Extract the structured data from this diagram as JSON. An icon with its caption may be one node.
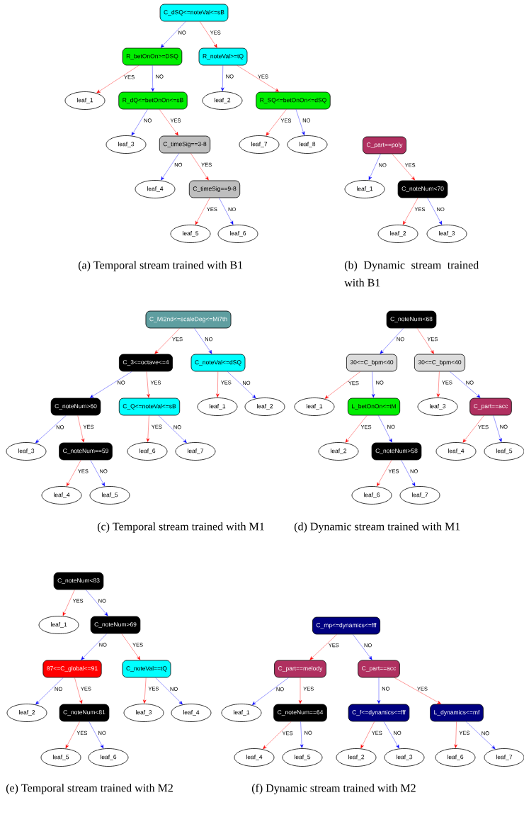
{
  "diagram": {
    "nodes": [
      {
        "text": [
          "C_dSQ<=noteVal<=sB"
        ]
      },
      {
        "text": [
          "R_betOnOn>=DSQ"
        ]
      },
      {
        "text": [
          "R_noteVal>=tQ"
        ]
      },
      {
        "text": [
          "leaf_1"
        ]
      },
      {
        "text": [
          "R_dQ<=betOnOn<=sB"
        ]
      },
      {
        "text": [
          "leaf_2"
        ]
      },
      {
        "text": [
          "R_SQ<=betOnOn<=dSQ"
        ]
      },
      {
        "text": [
          "leaf_3"
        ]
      },
      {
        "text": [
          "C_timeSig==3-8"
        ]
      },
      {
        "text": [
          "leaf_7"
        ]
      },
      {
        "text": [
          "leaf_8"
        ]
      },
      {
        "text": [
          "leaf_4"
        ]
      },
      {
        "text": [
          "C_timeSig==9-8"
        ]
      },
      {
        "text": [
          "leaf_5"
        ]
      },
      {
        "text": [
          "leaf_6"
        ]
      },
      {
        "text": [
          "C_part==poly"
        ]
      },
      {
        "text": [
          "leaf_1"
        ]
      },
      {
        "text": [
          "C_noteNum<70"
        ]
      },
      {
        "text": [
          "leaf_2"
        ]
      },
      {
        "text": [
          "leaf_3"
        ]
      },
      {
        "text": [
          "C_Mi2nd<=scaleDeg<=Mi7th"
        ]
      },
      {
        "text": [
          "C_3<=octave<=4"
        ]
      },
      {
        "text": [
          "C_noteVal<=dSQ"
        ]
      },
      {
        "text": [
          "C_noteNum>60"
        ]
      },
      {
        "text": [
          "C_Q<=noteVal<=sB"
        ]
      },
      {
        "text": [
          "leaf_1"
        ]
      },
      {
        "text": [
          "leaf_2"
        ]
      },
      {
        "text": [
          "leaf_3"
        ]
      },
      {
        "text": [
          "C_noteNum==59"
        ]
      },
      {
        "text": [
          "leaf_6"
        ]
      },
      {
        "text": [
          "leaf_7"
        ]
      },
      {
        "text": [
          "leaf_4"
        ]
      },
      {
        "text": [
          "leaf_5"
        ]
      },
      {
        "text": [
          "C_noteNum<68"
        ]
      },
      {
        "text": [
          "30<=C_bpm<40"
        ]
      },
      {
        "text": [
          "30<=C_bpm<40"
        ]
      },
      {
        "text": [
          "leaf_1"
        ]
      },
      {
        "text": [
          "L_betOnOn<=tM"
        ]
      },
      {
        "text": [
          "leaf_3"
        ]
      },
      {
        "text": [
          "C_part==acc"
        ]
      },
      {
        "text": [
          "leaf_2"
        ]
      },
      {
        "text": [
          "C_noteNum>58"
        ]
      },
      {
        "text": [
          "leaf_4"
        ]
      },
      {
        "text": [
          "leaf_5"
        ]
      },
      {
        "text": [
          "leaf_6"
        ]
      },
      {
        "text": [
          "leaf_7"
        ]
      },
      {
        "text": [
          "C_noteNum<83"
        ]
      },
      {
        "text": [
          "leaf_1"
        ]
      },
      {
        "text": [
          "C_noteNum>69"
        ]
      },
      {
        "text": [
          "87<=C_global<=91"
        ]
      },
      {
        "text": [
          "C_noteVal==tQ"
        ]
      },
      {
        "text": [
          "leaf_2"
        ]
      },
      {
        "text": [
          "C_noteNum<81"
        ]
      },
      {
        "text": [
          "leaf_3"
        ]
      },
      {
        "text": [
          "leaf_4"
        ]
      },
      {
        "text": [
          "leaf_5"
        ]
      },
      {
        "text": [
          "leaf_6"
        ]
      },
      {
        "text": [
          "C_mp<=dynamics<=fff"
        ]
      },
      {
        "text": [
          "C_part==melody"
        ]
      },
      {
        "text": [
          "C_part==acc"
        ]
      },
      {
        "text": [
          "leaf_1"
        ]
      },
      {
        "text": [
          "C_noteNum==64"
        ]
      },
      {
        "text": [
          "C_f<=dynamics<=fff"
        ]
      },
      {
        "text": [
          "L_dynamics<=mf"
        ]
      },
      {
        "text": [
          "leaf_4"
        ]
      },
      {
        "text": [
          "leaf_5"
        ]
      },
      {
        "text": [
          "leaf_2"
        ]
      },
      {
        "text": [
          "leaf_3"
        ]
      },
      {
        "text": [
          "leaf_6"
        ]
      },
      {
        "text": [
          "leaf_7"
        ]
      }
    ],
    "edges": [
      {
        "from": 0,
        "to": 1,
        "arrow": "to",
        "label": "NO",
        "color": "#0000ff"
      },
      {
        "from": 0,
        "to": 2,
        "arrow": "to",
        "label": "YES",
        "color": "#ff0000"
      },
      {
        "from": 1,
        "to": 3,
        "arrow": "to",
        "label": "YES",
        "color": "#ff0000"
      },
      {
        "from": 1,
        "to": 4,
        "arrow": "to",
        "label": "NO",
        "color": "#0000ff"
      },
      {
        "from": 2,
        "to": 5,
        "arrow": "to",
        "label": "NO",
        "color": "#0000ff"
      },
      {
        "from": 2,
        "to": 6,
        "arrow": "to",
        "label": "YES",
        "color": "#ff0000"
      },
      {
        "from": 4,
        "to": 7,
        "arrow": "to",
        "label": "NO",
        "color": "#0000ff"
      },
      {
        "from": 4,
        "to": 8,
        "arrow": "to",
        "label": "YES",
        "color": "#ff0000"
      },
      {
        "from": 6,
        "to": 9,
        "arrow": "to",
        "label": "YES",
        "color": "#ff0000"
      },
      {
        "from": 6,
        "to": 10,
        "arrow": "to",
        "label": "NO",
        "color": "#0000ff"
      },
      {
        "from": 8,
        "to": 11,
        "arrow": "to",
        "label": "NO",
        "color": "#0000ff"
      },
      {
        "from": 8,
        "to": 12,
        "arrow": "to",
        "label": "YES",
        "color": "#ff0000"
      },
      {
        "from": 12,
        "to": 13,
        "arrow": "to",
        "label": "YES",
        "color": "#ff0000"
      },
      {
        "from": 12,
        "to": 14,
        "arrow": "to",
        "label": "NO",
        "color": "#0000ff"
      },
      {
        "from": 15,
        "to": 16,
        "arrow": "to",
        "label": "NO",
        "color": "#0000ff"
      },
      {
        "from": 15,
        "to": 17,
        "arrow": "to",
        "label": "YES",
        "color": "#ff0000"
      },
      {
        "from": 17,
        "to": 18,
        "arrow": "to",
        "label": "YES",
        "color": "#ff0000"
      },
      {
        "from": 17,
        "to": 19,
        "arrow": "to",
        "label": "NO",
        "color": "#0000ff"
      },
      {
        "from": 20,
        "to": 21,
        "arrow": "to",
        "label": "YES",
        "color": "#ff0000"
      },
      {
        "from": 20,
        "to": 22,
        "arrow": "to",
        "label": "NO",
        "color": "#0000ff"
      },
      {
        "from": 21,
        "to": 23,
        "arrow": "to",
        "label": "NO",
        "color": "#0000ff"
      },
      {
        "from": 21,
        "to": 24,
        "arrow": "to",
        "label": "YES",
        "color": "#ff0000"
      },
      {
        "from": 22,
        "to": 25,
        "arrow": "to",
        "label": "YES",
        "color": "#ff0000"
      },
      {
        "from": 22,
        "to": 26,
        "arrow": "to",
        "label": "NO",
        "color": "#0000ff"
      },
      {
        "from": 23,
        "to": 27,
        "arrow": "to",
        "label": "NO",
        "color": "#0000ff"
      },
      {
        "from": 23,
        "to": 28,
        "arrow": "to",
        "label": "YES",
        "color": "#ff0000"
      },
      {
        "from": 24,
        "to": 29,
        "arrow": "to",
        "label": "YES",
        "color": "#ff0000"
      },
      {
        "from": 24,
        "to": 30,
        "arrow": "to",
        "label": "NO",
        "color": "#0000ff"
      },
      {
        "from": 28,
        "to": 31,
        "arrow": "to",
        "label": "YES",
        "color": "#ff0000"
      },
      {
        "from": 28,
        "to": 32,
        "arrow": "to",
        "label": "NO",
        "color": "#0000ff"
      },
      {
        "from": 33,
        "to": 34,
        "arrow": "to",
        "label": "NO",
        "color": "#0000ff"
      },
      {
        "from": 33,
        "to": 35,
        "arrow": "to",
        "label": "YES",
        "color": "#ff0000"
      },
      {
        "from": 34,
        "to": 36,
        "arrow": "to",
        "label": "YES",
        "color": "#ff0000"
      },
      {
        "from": 34,
        "to": 37,
        "arrow": "to",
        "label": "NO",
        "color": "#0000ff"
      },
      {
        "from": 35,
        "to": 38,
        "arrow": "to",
        "label": "YES",
        "color": "#ff0000"
      },
      {
        "from": 35,
        "to": 39,
        "arrow": "to",
        "label": "NO",
        "color": "#0000ff"
      },
      {
        "from": 37,
        "to": 40,
        "arrow": "to",
        "label": "YES",
        "color": "#ff0000"
      },
      {
        "from": 37,
        "to": 41,
        "arrow": "to",
        "label": "NO",
        "color": "#0000ff"
      },
      {
        "from": 39,
        "to": 42,
        "arrow": "to",
        "label": "YES",
        "color": "#ff0000"
      },
      {
        "from": 39,
        "to": 43,
        "arrow": "to",
        "label": "NO",
        "color": "#0000ff"
      },
      {
        "from": 41,
        "to": 44,
        "arrow": "to",
        "label": "YES",
        "color": "#ff0000"
      },
      {
        "from": 41,
        "to": 45,
        "arrow": "to",
        "label": "NO",
        "color": "#0000ff"
      },
      {
        "from": 46,
        "to": 47,
        "arrow": "to",
        "label": "YES",
        "color": "#ff0000"
      },
      {
        "from": 46,
        "to": 48,
        "arrow": "to",
        "label": "NO",
        "color": "#0000ff"
      },
      {
        "from": 48,
        "to": 49,
        "arrow": "to",
        "label": "NO",
        "color": "#0000ff"
      },
      {
        "from": 48,
        "to": 50,
        "arrow": "to",
        "label": "YES",
        "color": "#ff0000"
      },
      {
        "from": 49,
        "to": 51,
        "arrow": "to",
        "label": "NO",
        "color": "#0000ff"
      },
      {
        "from": 49,
        "to": 52,
        "arrow": "to",
        "label": "YES",
        "color": "#ff0000"
      },
      {
        "from": 50,
        "to": 53,
        "arrow": "to",
        "label": "YES",
        "color": "#ff0000"
      },
      {
        "from": 50,
        "to": 54,
        "arrow": "to",
        "label": "NO",
        "color": "#0000ff"
      },
      {
        "from": 52,
        "to": 55,
        "arrow": "to",
        "label": "YES",
        "color": "#ff0000"
      },
      {
        "from": 52,
        "to": 56,
        "arrow": "to",
        "label": "NO",
        "color": "#0000ff"
      },
      {
        "from": 57,
        "to": 58,
        "arrow": "to",
        "label": "YES",
        "color": "#ff0000"
      },
      {
        "from": 57,
        "to": 59,
        "arrow": "to",
        "label": "NO",
        "color": "#0000ff"
      },
      {
        "from": 58,
        "to": 60,
        "arrow": "to",
        "label": "NO",
        "color": "#0000ff"
      },
      {
        "from": 58,
        "to": 61,
        "arrow": "to",
        "label": "YES",
        "color": "#ff0000"
      },
      {
        "from": 59,
        "to": 62,
        "arrow": "to",
        "label": "NO",
        "color": "#0000ff"
      },
      {
        "from": 59,
        "to": 63,
        "arrow": "to",
        "label": "YES",
        "color": "#ff0000"
      },
      {
        "from": 61,
        "to": 64,
        "arrow": "to",
        "label": "YES",
        "color": "#ff0000"
      },
      {
        "from": 61,
        "to": 65,
        "arrow": "to",
        "label": "NO",
        "color": "#0000ff"
      },
      {
        "from": 62,
        "to": 66,
        "arrow": "to",
        "label": "YES",
        "color": "#ff0000"
      },
      {
        "from": 62,
        "to": 67,
        "arrow": "to",
        "label": "NO",
        "color": "#0000ff"
      },
      {
        "from": 63,
        "to": 68,
        "arrow": "to",
        "label": "YES",
        "color": "#ff0000"
      },
      {
        "from": 63,
        "to": 69,
        "arrow": "to",
        "label": "NO",
        "color": "#0000ff"
      }
    ],
    "labels": [
      "(a) Temporal stream trained with B1",
      "(b) Dynamic stream trained with B1",
      "(c) Temporal stream trained with M1",
      "(d) Dynamic stream trained with M1",
      "(e) Temporal stream trained with M2",
      "(f) Dynamic stream trained with M2"
    ]
  }
}
